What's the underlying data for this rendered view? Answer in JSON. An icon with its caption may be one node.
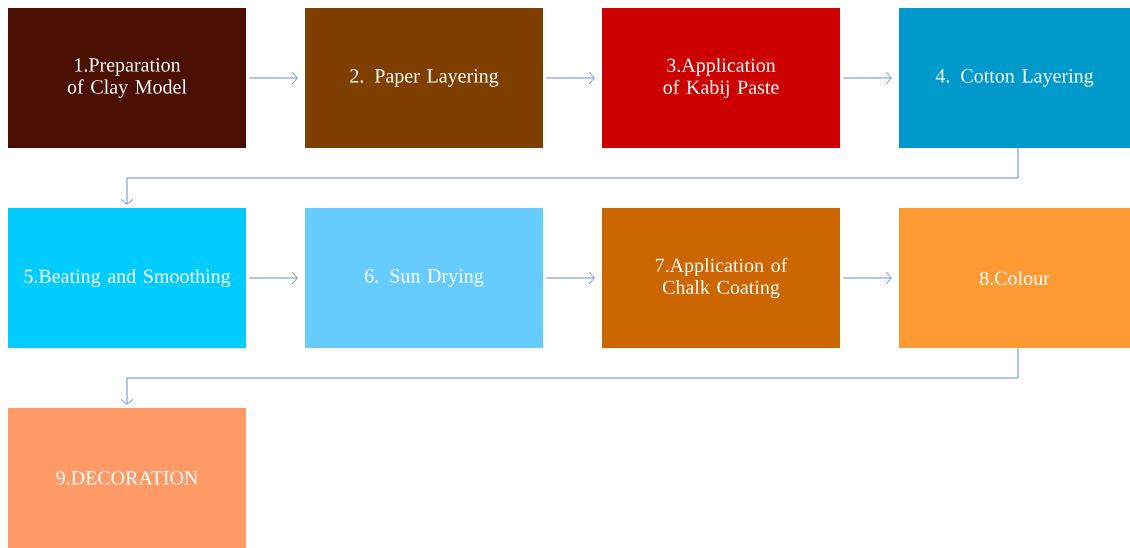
{
  "diagram": {
    "nodes": [
      {
        "text": [
          "1.Preparation of Clay Model"
        ]
      },
      {
        "text": [
          "2. Paper Layering"
        ]
      },
      {
        "text": [
          "3.Application of Kabij Paste"
        ]
      },
      {
        "text": [
          "4. Cotton Layering"
        ]
      },
      {
        "text": [
          "5.Beating and Smoothing"
        ]
      },
      {
        "text": [
          "6. Sun Drying"
        ]
      },
      {
        "text": [
          "7.Application of Chalk Coating"
        ]
      },
      {
        "text": [
          "8.Colour"
        ]
      },
      {
        "text": [
          "9.DECORATION"
        ]
      }
    ],
    "edges": [
      {
        "from": 0,
        "to": 1,
        "arrow": "to"
      },
      {
        "from": 1,
        "to": 2,
        "arrow": "to"
      },
      {
        "from": 2,
        "to": 3,
        "arrow": "to"
      },
      {
        "from": 3,
        "to": 4,
        "arrow": "to"
      },
      {
        "from": 4,
        "to": 5,
        "arrow": "to"
      },
      {
        "from": 5,
        "to": 6,
        "arrow": "to"
      },
      {
        "from": 6,
        "to": 7,
        "arrow": "to"
      },
      {
        "from": 7,
        "to": 8,
        "arrow": "to"
      }
    ]
  }
}
